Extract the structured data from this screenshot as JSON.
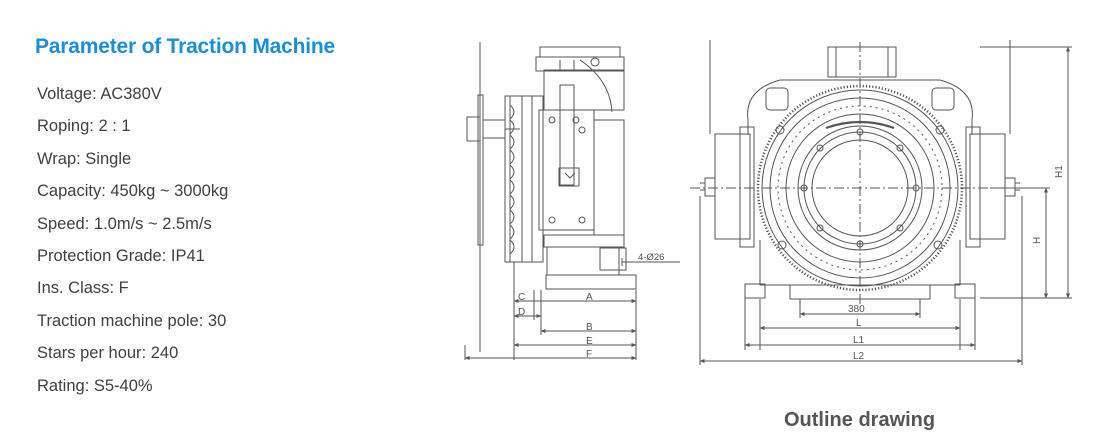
{
  "section": {
    "title": "Parameter of Traction Machine",
    "title_color": "#1a8fd6",
    "text_color": "#404040"
  },
  "specs": [
    {
      "label": "Voltage",
      "value": "AC380V"
    },
    {
      "label": "Roping",
      "value": "2 : 1"
    },
    {
      "label": "Wrap",
      "value": "Single"
    },
    {
      "label": "Capacity",
      "value": "450kg ~ 3000kg"
    },
    {
      "label": "Speed",
      "value": "1.0m/s ~ 2.5m/s"
    },
    {
      "label": "Protection Grade",
      "value": "IP41"
    },
    {
      "label": "Ins. Class",
      "value": "F"
    },
    {
      "label": "Traction machine pole",
      "value": "30"
    },
    {
      "label": "Stars per hour",
      "value": "240"
    },
    {
      "label": "Rating",
      "value": "S5-40%"
    }
  ],
  "drawing": {
    "caption": "Outline drawing",
    "caption_color": "#555555",
    "line_color": "#555555",
    "side_view": {
      "dim_labels": {
        "a": "A",
        "b": "B",
        "c": "C",
        "d": "D",
        "e": "E",
        "f": "F"
      },
      "hole_label": "4-Ø26"
    },
    "front_view": {
      "dim_labels": {
        "w380": "380",
        "l": "L",
        "l1": "L1",
        "l2": "L2",
        "h": "H",
        "h1": "H1"
      }
    }
  }
}
